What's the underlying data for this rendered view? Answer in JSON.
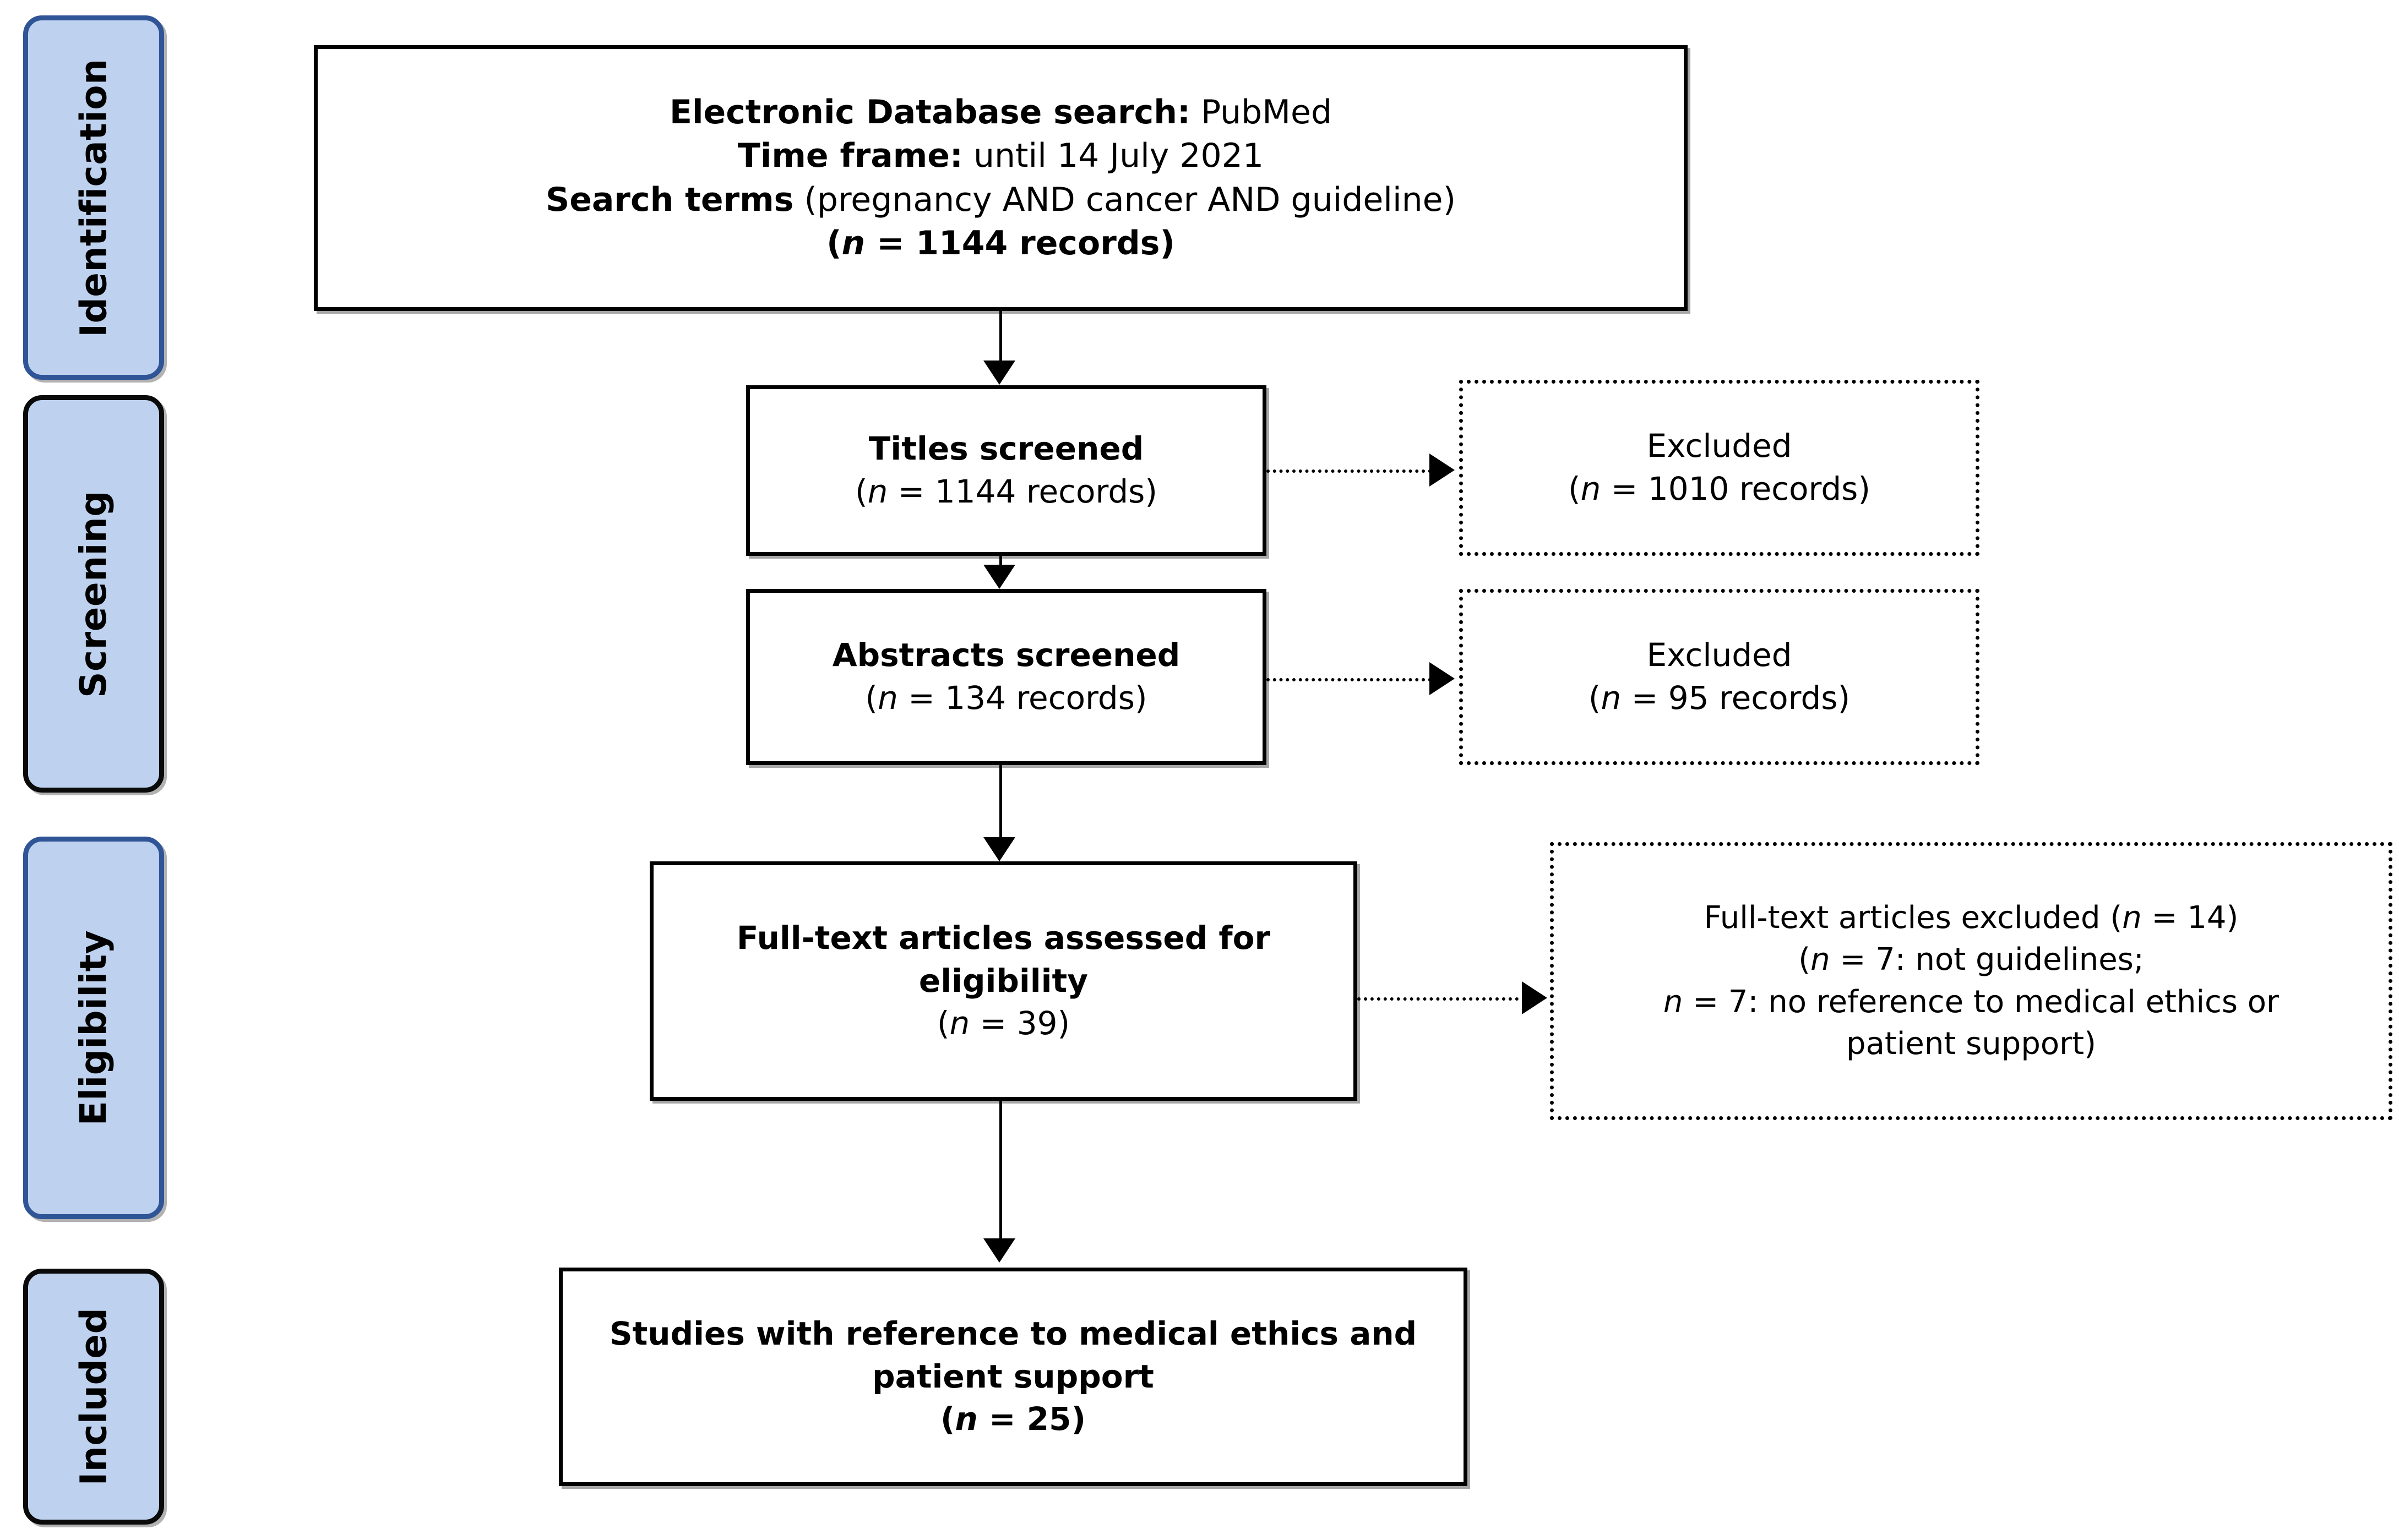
{
  "diagram": {
    "title": "PRISMA flow diagram",
    "type": "prisma-flow-chart",
    "accent_color": "#2f5597",
    "pill_fill_color": "#bed1ee",
    "box_border_color": "#000000"
  },
  "stages": [
    {
      "label": "Identification",
      "border": "blue"
    },
    {
      "label": "Screening",
      "border": "black"
    },
    {
      "label": "Eligibility",
      "border": "blue"
    },
    {
      "label": "Included",
      "border": "black"
    }
  ],
  "boxes": {
    "search": {
      "line1_bold": "Electronic Database search:",
      "line1_rest": " PubMed",
      "line2_bold": "Time frame:",
      "line2_rest": " until 14 July 2021",
      "line3_bold": "Search terms",
      "line3_rest": " (pregnancy AND cancer AND guideline)",
      "line4_open": "(",
      "line4_n": "n",
      "line4_rest": " = 1144 records)"
    },
    "titles_screened": {
      "line1": "Titles screened",
      "line2_open": "(",
      "line2_n": "n",
      "line2_rest": " = 1144 records)"
    },
    "excluded_titles": {
      "line1": "Excluded",
      "line2_open": "(",
      "line2_n": "n",
      "line2_rest": " = 1010 records)"
    },
    "abstracts_screened": {
      "line1": "Abstracts screened",
      "line2_open": "(",
      "line2_n": "n",
      "line2_rest": " = 134 records)"
    },
    "excluded_abstracts": {
      "line1": "Excluded",
      "line2_open": "(",
      "line2_n": "n",
      "line2_rest": " = 95 records)"
    },
    "fulltext_assessed": {
      "line1": "Full-text articles assessed for",
      "line2": "eligibility",
      "line3_open": "(",
      "line3_n": "n",
      "line3_rest": " = 39)"
    },
    "fulltext_excluded": {
      "line1_a": "Full-text articles excluded (",
      "line1_n": "n",
      "line1_b": " = 14)",
      "line2_open": "(",
      "line2_n": "n",
      "line2_rest": " = 7: not  guidelines;",
      "line3_n": "n",
      "line3_rest": " = 7: no reference to medical ethics or",
      "line4": "patient support)"
    },
    "included_studies": {
      "line1": "Studies with reference to medical ethics and",
      "line2": "patient support",
      "line3_open": "(",
      "line3_n": "n",
      "line3_rest": " = 25)"
    }
  },
  "connectors": {
    "search_to_titles": "arrow-down",
    "titles_to_abstracts": "arrow-down",
    "abstracts_to_fulltext": "arrow-down",
    "fulltext_to_included": "arrow-down",
    "titles_to_excluded": "dotted-arrow-right",
    "abstracts_to_excluded": "dotted-arrow-right",
    "fulltext_to_excluded": "dotted-arrow-right"
  }
}
